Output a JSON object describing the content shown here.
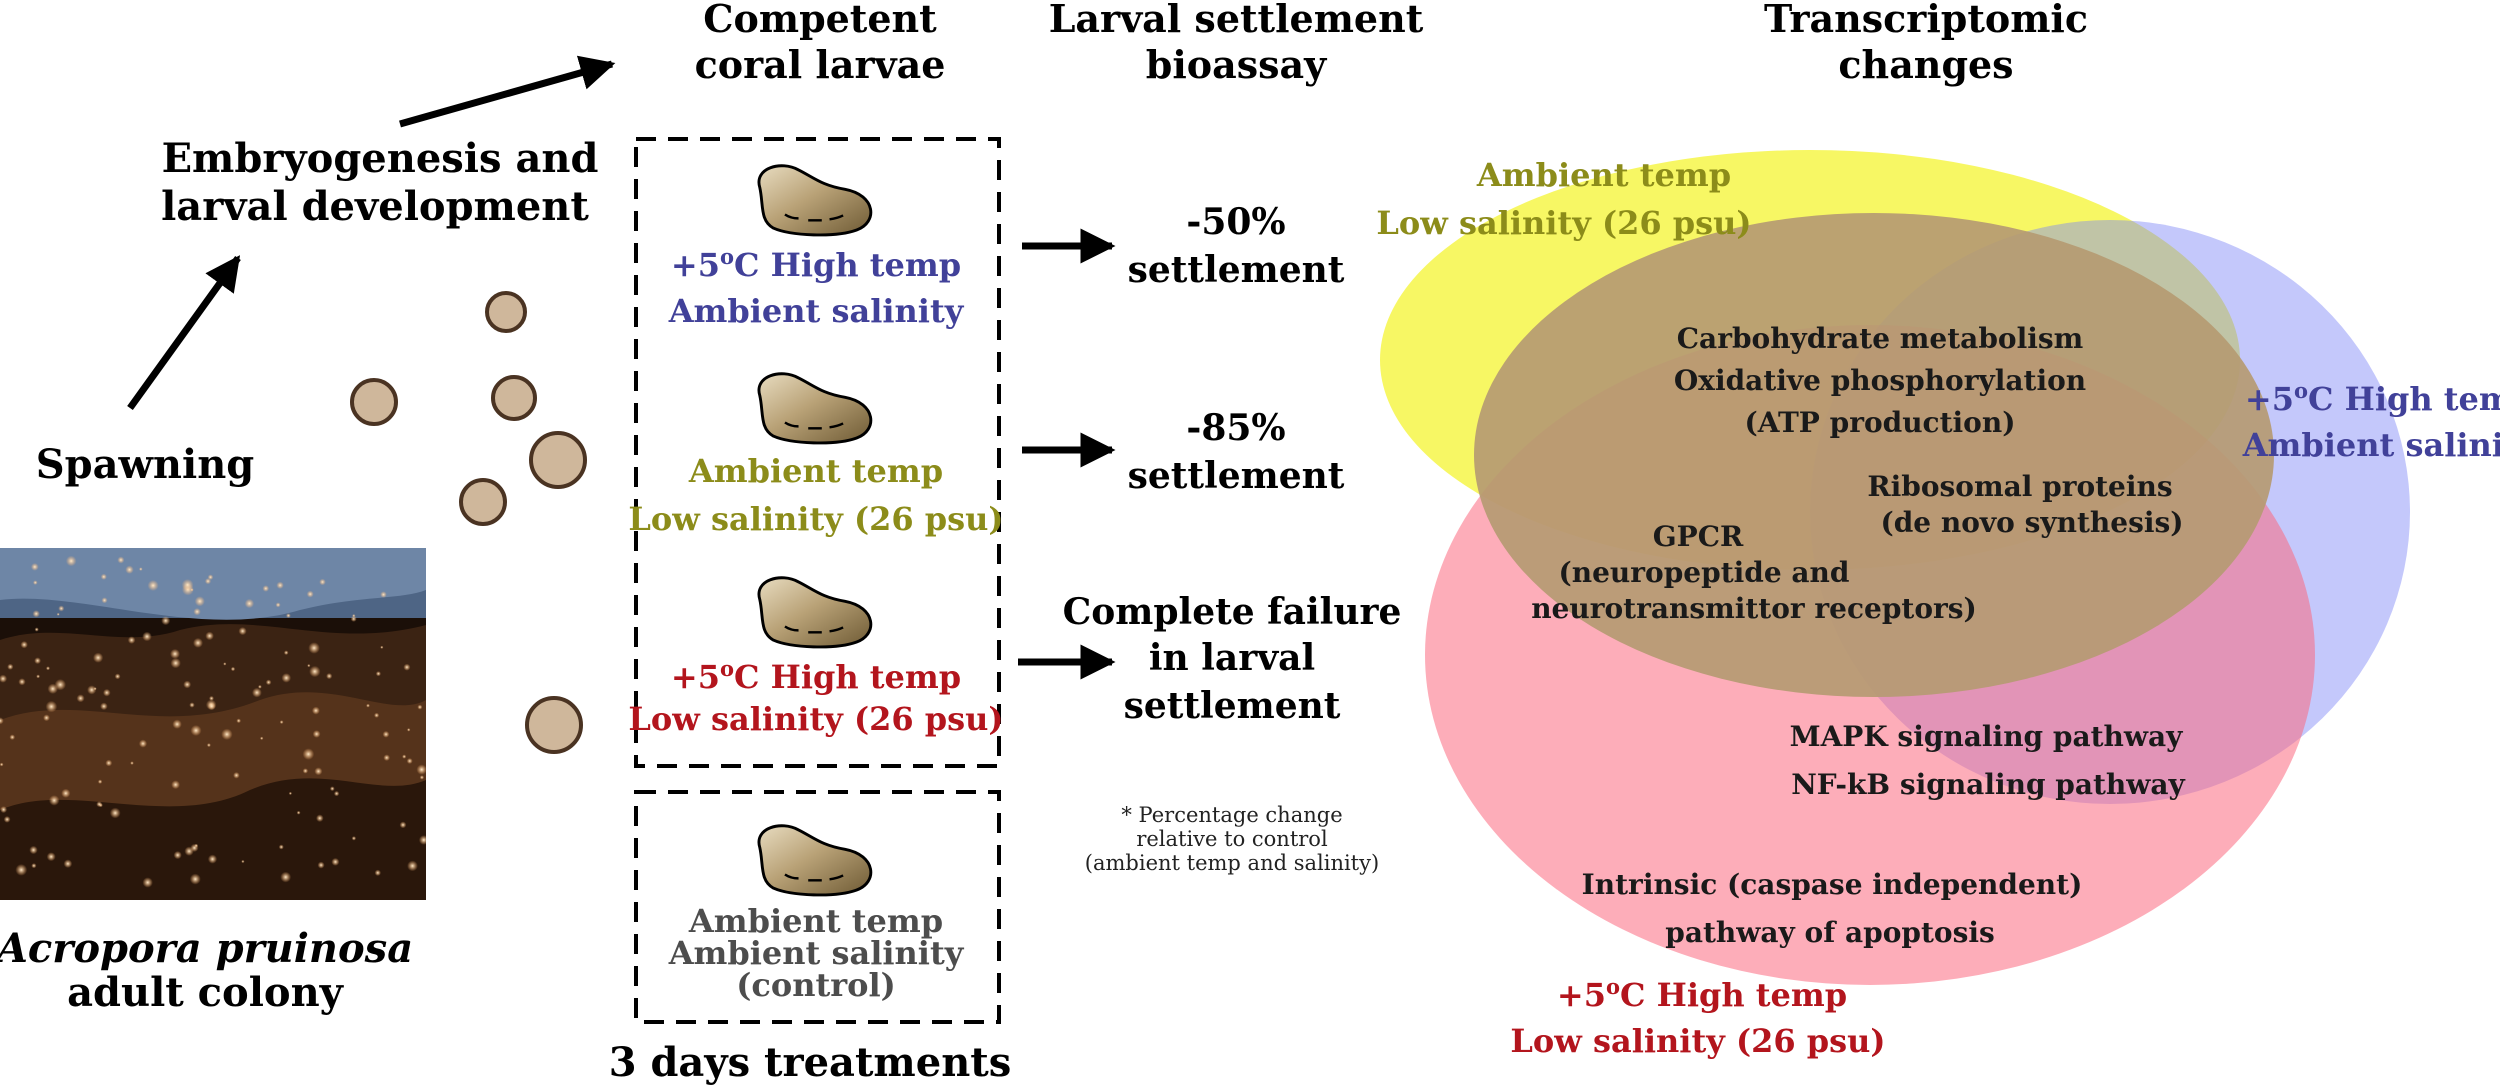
{
  "colors": {
    "blue_text": "#414199",
    "olive_text": "#8c8c1a",
    "red_text": "#b3151d",
    "grey_text": "#4d4d4d",
    "yellow_fill": "#f5f542",
    "blue_fill": "#7d85f7",
    "pink_fill": "#fb6a80",
    "overlap_tan": "#b59a72",
    "overlap_purple": "#b77bbc",
    "larva_fill": "#bda77c",
    "egg_fill": "#cfb79b"
  },
  "left": {
    "embryo_line1": "Embryogenesis and",
    "embryo_line2": "larval development",
    "spawning": "Spawning",
    "species": "Acropora pruinosa",
    "colony": "adult colony"
  },
  "headers": {
    "larvae_line1": "Competent",
    "larvae_line2": "coral larvae",
    "bioassay_line1": "Larval settlement",
    "bioassay_line2": "bioassay",
    "transcript_line1": "Transcriptomic",
    "transcript_line2": "changes"
  },
  "treatments": [
    {
      "line1_pre": "+5",
      "line1_sup": "o",
      "line1_post": "C High temp",
      "line2": "Ambient salinity",
      "color": "#414199"
    },
    {
      "line1_pre": "Ambient temp",
      "line1_sup": "",
      "line1_post": "",
      "line2": "Low salinity (26 psu)",
      "color": "#8c8c1a"
    },
    {
      "line1_pre": "+5",
      "line1_sup": "o",
      "line1_post": "C High temp",
      "line2": "Low salinity (26 psu)",
      "color": "#b3151d"
    }
  ],
  "control": {
    "line1": "Ambient temp",
    "line2": "Ambient salinity",
    "line3": "(control)"
  },
  "duration": "3 days treatments",
  "results": [
    {
      "line1": "-50%",
      "line2": "settlement",
      "line3": ""
    },
    {
      "line1": "-85%",
      "line2": "settlement",
      "line3": ""
    },
    {
      "line1": "Complete failure",
      "line2": "in larval",
      "line3": "settlement"
    }
  ],
  "note": {
    "line1": "* Percentage change",
    "line2": "relative to control",
    "line3": "(ambient temp and salinity)"
  },
  "venn": {
    "yellow_label_1": "Ambient temp",
    "yellow_label_2": "Low salinity (26 psu)",
    "blue_label_1_pre": "+5",
    "blue_label_1_sup": "o",
    "blue_label_1_post": "C High temp",
    "blue_label_2": "Ambient salinity",
    "red_label_1_pre": "+5",
    "red_label_1_sup": "o",
    "red_label_1_post": "C High temp",
    "red_label_2": "Low salinity (26 psu)",
    "center_1": "Carbohydrate metabolism",
    "center_2": "Oxidative phosphorylation",
    "center_3": "(ATP production)",
    "ribo_1": "Ribosomal proteins",
    "ribo_2": "(de novo synthesis)",
    "gpcr_1": "GPCR",
    "gpcr_2": "(neuropeptide and",
    "gpcr_3": "neurotransmittor receptors)",
    "mapk": "MAPK signaling pathway",
    "nfkb": "NF-kB signaling pathway",
    "apop_1": "Intrinsic (caspase independent)",
    "apop_2": "pathway of apoptosis"
  }
}
